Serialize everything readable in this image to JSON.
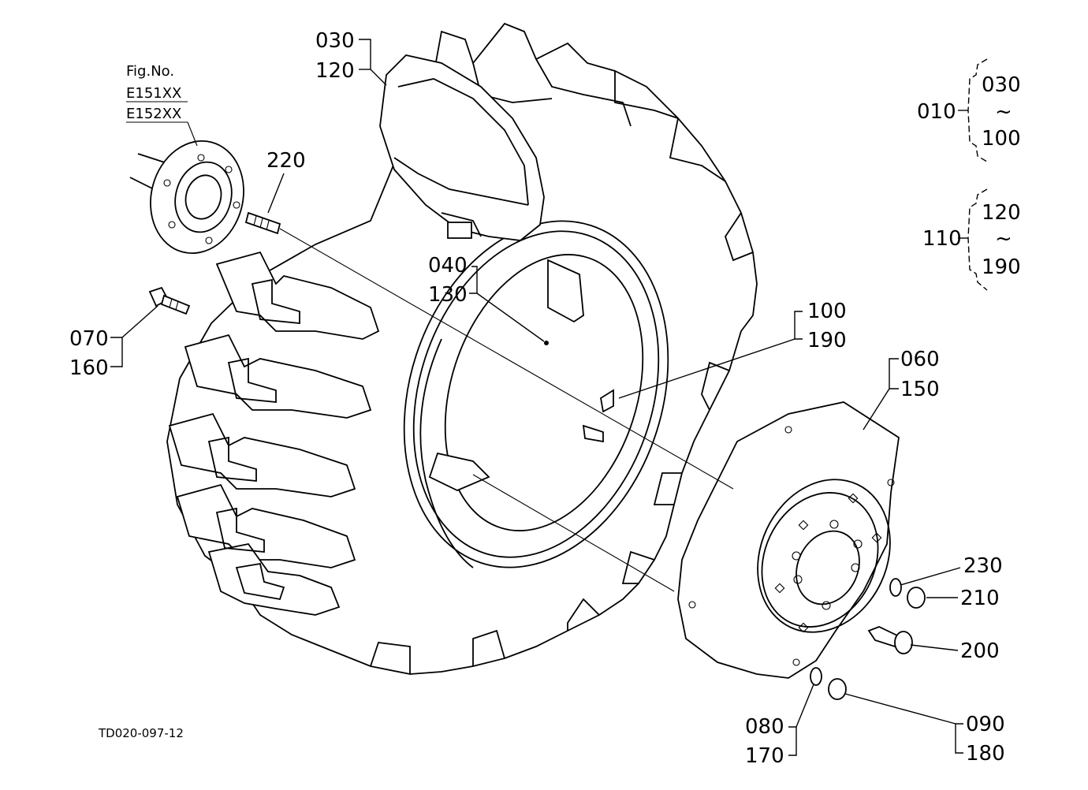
{
  "figure": {
    "fig_label": "Fig.No.",
    "fig_codes": [
      "E151XX",
      "E152XX"
    ],
    "drawing_code": "TD020-097-12"
  },
  "callouts": {
    "c030a": "030",
    "c120a": "120",
    "c220": "220",
    "c070": "070",
    "c160": "160",
    "c040": "040",
    "c130": "130",
    "c100a": "100",
    "c190a": "190",
    "c060": "060",
    "c150": "150",
    "c230": "230",
    "c210": "210",
    "c200": "200",
    "c080": "080",
    "c170": "170",
    "c090": "090",
    "c180": "180"
  },
  "assemblies": [
    {
      "code": "010",
      "from": "030",
      "range_mark": "~",
      "to": "100"
    },
    {
      "code": "110",
      "from": "120",
      "range_mark": "~",
      "to": "190"
    }
  ]
}
